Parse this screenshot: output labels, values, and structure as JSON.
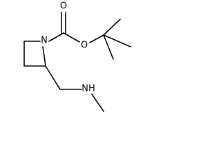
{
  "molecule": {
    "atoms": {
      "ring_nitrogen": "N",
      "carbonyl_oxygen": "O",
      "ester_oxygen": "O",
      "amine_nh": "NH"
    }
  }
}
